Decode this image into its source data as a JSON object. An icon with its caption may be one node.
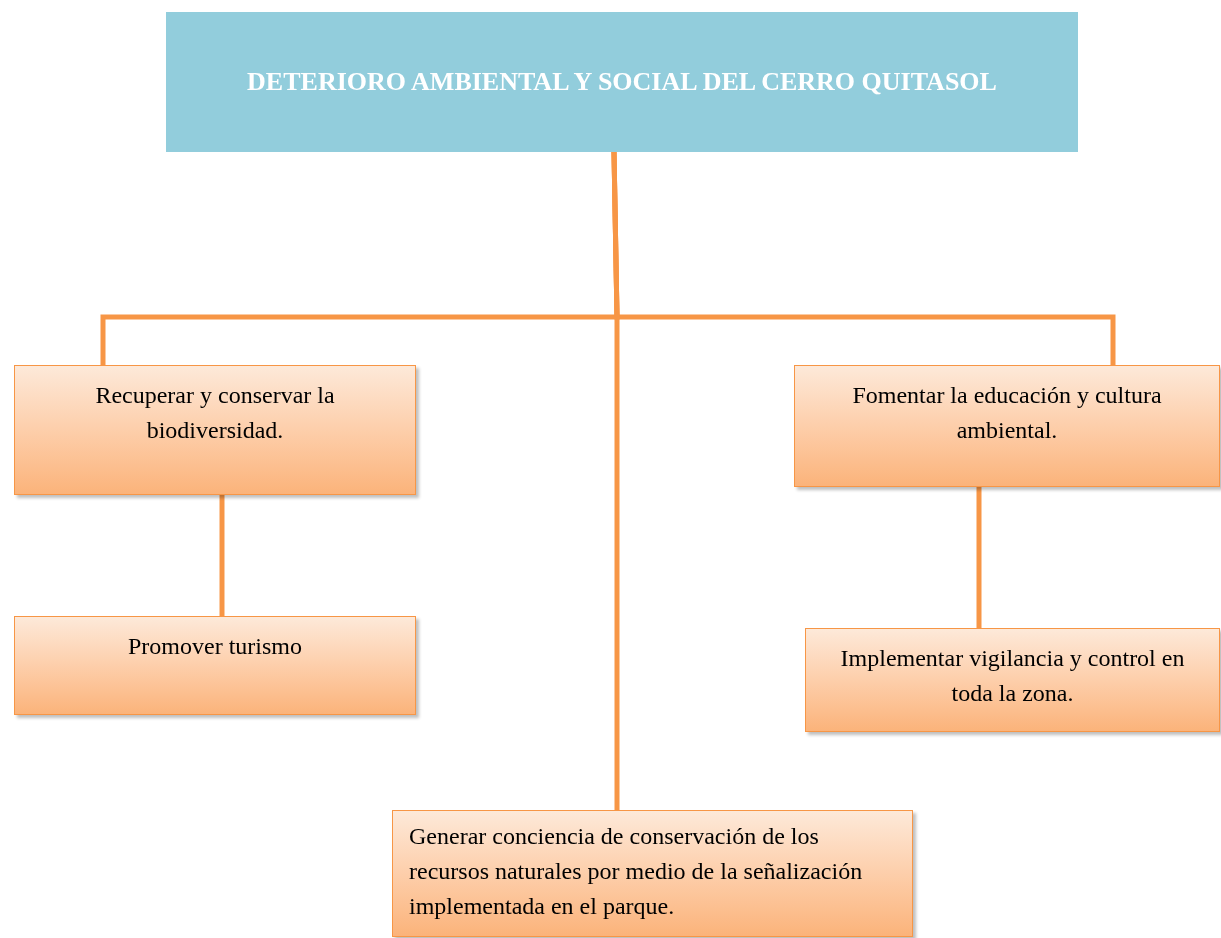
{
  "diagram": {
    "nodes": [
      {
        "text": [
          "DETERIORO AMBIENTAL Y SOCIAL DEL CERRO QUITASOL"
        ]
      },
      {
        "text": [
          "Recuperar y conservar la biodiversidad."
        ]
      },
      {
        "text": [
          "Fomentar la educación y cultura ambiental."
        ]
      },
      {
        "text": [
          "Promover turismo"
        ]
      },
      {
        "text": [
          "Implementar vigilancia y control en toda la zona."
        ]
      },
      {
        "text": [
          "Generar conciencia de conservación de los recursos naturales por medio de la señalización implementada en el parque."
        ]
      }
    ],
    "edges": [
      {
        "from": 0,
        "to": 1,
        "arrow": "none"
      },
      {
        "from": 0,
        "to": 2,
        "arrow": "none"
      },
      {
        "from": 0,
        "to": 5,
        "arrow": "none"
      },
      {
        "from": 1,
        "to": 3,
        "arrow": "none"
      },
      {
        "from": 2,
        "to": 4,
        "arrow": "none"
      }
    ]
  }
}
